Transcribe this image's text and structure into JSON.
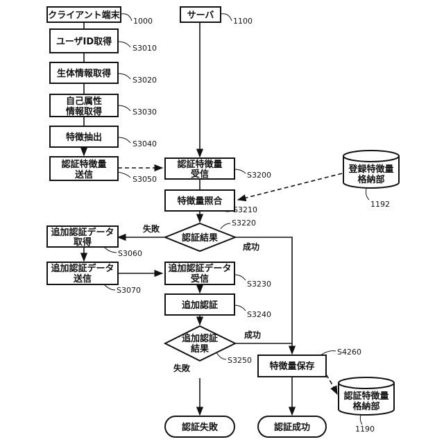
{
  "client": {
    "title": "クライアント端末",
    "ref": "1000",
    "steps": {
      "s3010": {
        "text": [
          "ユーザID取得"
        ],
        "step": "S3010"
      },
      "s3020": {
        "text": [
          "生体情報取得"
        ],
        "step": "S3020"
      },
      "s3030": {
        "text": [
          "自己属性",
          "情報取得"
        ],
        "step": "S3030"
      },
      "s3040": {
        "text": [
          "特徴抽出"
        ],
        "step": "S3040"
      },
      "s3050": {
        "text": [
          "認証特徴量",
          "送信"
        ],
        "step": "S3050"
      },
      "s3060": {
        "text": [
          "追加認証データ",
          "取得"
        ],
        "step": "S3060"
      },
      "s3070": {
        "text": [
          "追加認証データ",
          "送信"
        ],
        "step": "S3070"
      }
    }
  },
  "server": {
    "title": "サーバ",
    "ref": "1100",
    "steps": {
      "s3200": {
        "text": [
          "認証特徴量",
          "受信"
        ],
        "step": "S3200"
      },
      "s3210": {
        "text": [
          "特徴量照合"
        ],
        "step": "S3210"
      },
      "s3220": {
        "text": [
          "認証結果"
        ],
        "step": "S3220"
      },
      "s3230": {
        "text": [
          "追加認証データ",
          "受信"
        ],
        "step": "S3230"
      },
      "s3240": {
        "text": [
          "追加認証"
        ],
        "step": "S3240"
      },
      "s3250": {
        "text": [
          "追加認証",
          "結果"
        ],
        "step": "S3250"
      },
      "s4260": {
        "text": [
          "特徴量保存"
        ],
        "step": "S4260"
      }
    }
  },
  "storage": {
    "registered": {
      "text": [
        "登録特徴量",
        "格納部"
      ],
      "ref": "1192"
    },
    "auth": {
      "text": [
        "認証特徴量",
        "格納部"
      ],
      "ref": "1190"
    }
  },
  "terminals": {
    "fail": "認証失敗",
    "success": "認証成功"
  },
  "branches": {
    "fail_1": "失敗",
    "success_1": "成功",
    "fail_2": "失敗",
    "success_2": "成功"
  }
}
